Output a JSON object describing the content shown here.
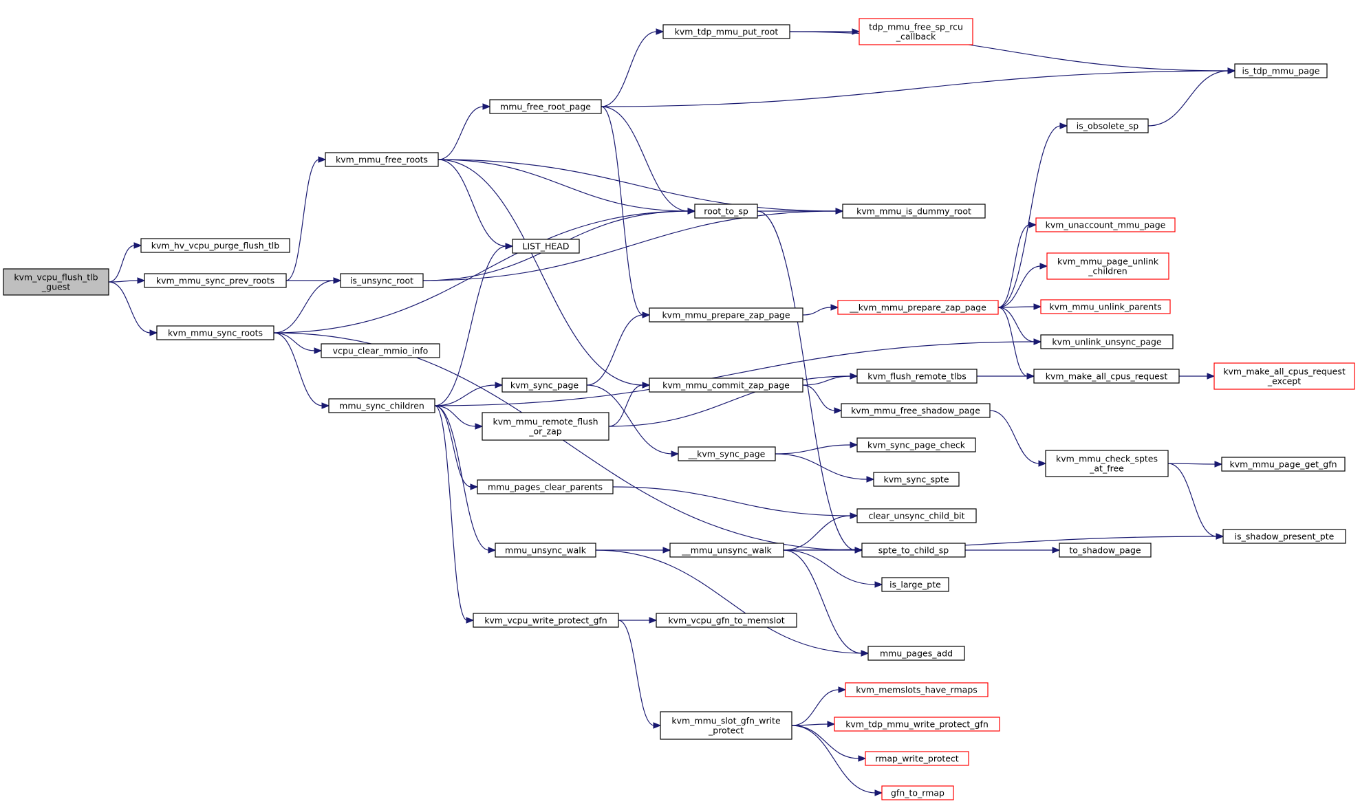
{
  "graph": {
    "edge_color": "#191970",
    "root_fill": "#bfbfbf",
    "truncated_border": "#ff0000",
    "normal_border": "#000000",
    "nodes": [
      {
        "id": "root",
        "lines": [
          "kvm_vcpu_flush_tlb",
          "_guest"
        ],
        "kind": "root"
      },
      {
        "id": "hv_purge",
        "lines": [
          "kvm_hv_vcpu_purge_flush_tlb"
        ],
        "kind": "normal"
      },
      {
        "id": "sync_prev_roots",
        "lines": [
          "kvm_mmu_sync_prev_roots"
        ],
        "kind": "normal"
      },
      {
        "id": "sync_roots",
        "lines": [
          "kvm_mmu_sync_roots"
        ],
        "kind": "normal"
      },
      {
        "id": "free_roots",
        "lines": [
          "kvm_mmu_free_roots"
        ],
        "kind": "normal"
      },
      {
        "id": "is_unsync_root",
        "lines": [
          "is_unsync_root"
        ],
        "kind": "normal"
      },
      {
        "id": "vcpu_clear_mmio",
        "lines": [
          "vcpu_clear_mmio_info"
        ],
        "kind": "normal"
      },
      {
        "id": "mmu_sync_children",
        "lines": [
          "mmu_sync_children"
        ],
        "kind": "normal"
      },
      {
        "id": "free_root_page",
        "lines": [
          "mmu_free_root_page"
        ],
        "kind": "normal"
      },
      {
        "id": "list_head",
        "lines": [
          "LIST_HEAD"
        ],
        "kind": "normal"
      },
      {
        "id": "kvm_sync_page",
        "lines": [
          "kvm_sync_page"
        ],
        "kind": "normal"
      },
      {
        "id": "remote_flush_or_zap",
        "lines": [
          "kvm_mmu_remote_flush",
          "_or_zap"
        ],
        "kind": "normal"
      },
      {
        "id": "pages_clear_parents",
        "lines": [
          "mmu_pages_clear_parents"
        ],
        "kind": "normal"
      },
      {
        "id": "mmu_unsync_walk",
        "lines": [
          "mmu_unsync_walk"
        ],
        "kind": "normal"
      },
      {
        "id": "write_protect_gfn",
        "lines": [
          "kvm_vcpu_write_protect_gfn"
        ],
        "kind": "normal"
      },
      {
        "id": "tdp_put_root",
        "lines": [
          "kvm_tdp_mmu_put_root"
        ],
        "kind": "normal"
      },
      {
        "id": "root_to_sp",
        "lines": [
          "root_to_sp"
        ],
        "kind": "normal"
      },
      {
        "id": "prepare_zap_page",
        "lines": [
          "kvm_mmu_prepare_zap_page"
        ],
        "kind": "normal"
      },
      {
        "id": "commit_zap_page",
        "lines": [
          "kvm_mmu_commit_zap_page"
        ],
        "kind": "normal"
      },
      {
        "id": "__kvm_sync_page",
        "lines": [
          "__kvm_sync_page"
        ],
        "kind": "normal"
      },
      {
        "id": "__mmu_unsync_walk",
        "lines": [
          "__mmu_unsync_walk"
        ],
        "kind": "normal"
      },
      {
        "id": "vcpu_gfn_to_memslot",
        "lines": [
          "kvm_vcpu_gfn_to_memslot"
        ],
        "kind": "normal"
      },
      {
        "id": "slot_gfn_write_protect",
        "lines": [
          "kvm_mmu_slot_gfn_write",
          "_protect"
        ],
        "kind": "normal"
      },
      {
        "id": "tdp_free_sp_rcu",
        "lines": [
          "tdp_mmu_free_sp_rcu",
          "_callback"
        ],
        "kind": "truncated"
      },
      {
        "id": "is_dummy_root",
        "lines": [
          "kvm_mmu_is_dummy_root"
        ],
        "kind": "normal"
      },
      {
        "id": "__prepare_zap",
        "lines": [
          "__kvm_mmu_prepare_zap_page"
        ],
        "kind": "truncated"
      },
      {
        "id": "flush_remote_tlbs",
        "lines": [
          "kvm_flush_remote_tlbs"
        ],
        "kind": "normal"
      },
      {
        "id": "free_shadow_page",
        "lines": [
          "kvm_mmu_free_shadow_page"
        ],
        "kind": "normal"
      },
      {
        "id": "sync_page_check",
        "lines": [
          "kvm_sync_page_check"
        ],
        "kind": "normal"
      },
      {
        "id": "sync_spte",
        "lines": [
          "kvm_sync_spte"
        ],
        "kind": "normal"
      },
      {
        "id": "clear_unsync_child_bit",
        "lines": [
          "clear_unsync_child_bit"
        ],
        "kind": "normal"
      },
      {
        "id": "spte_to_child_sp",
        "lines": [
          "spte_to_child_sp"
        ],
        "kind": "normal"
      },
      {
        "id": "is_large_pte",
        "lines": [
          "is_large_pte"
        ],
        "kind": "normal"
      },
      {
        "id": "mmu_pages_add",
        "lines": [
          "mmu_pages_add"
        ],
        "kind": "normal"
      },
      {
        "id": "memslots_have_rmaps",
        "lines": [
          "kvm_memslots_have_rmaps"
        ],
        "kind": "truncated"
      },
      {
        "id": "tdp_write_protect_gfn",
        "lines": [
          "kvm_tdp_mmu_write_protect_gfn"
        ],
        "kind": "truncated"
      },
      {
        "id": "rmap_write_protect",
        "lines": [
          "rmap_write_protect"
        ],
        "kind": "truncated"
      },
      {
        "id": "gfn_to_rmap",
        "lines": [
          "gfn_to_rmap"
        ],
        "kind": "truncated"
      },
      {
        "id": "is_obsolete_sp",
        "lines": [
          "is_obsolete_sp"
        ],
        "kind": "normal"
      },
      {
        "id": "unaccount_mmu_page",
        "lines": [
          "kvm_unaccount_mmu_page"
        ],
        "kind": "truncated"
      },
      {
        "id": "page_unlink_children",
        "lines": [
          "kvm_mmu_page_unlink",
          "_children"
        ],
        "kind": "truncated"
      },
      {
        "id": "unlink_parents",
        "lines": [
          "kvm_mmu_unlink_parents"
        ],
        "kind": "truncated"
      },
      {
        "id": "unlink_unsync_page",
        "lines": [
          "kvm_unlink_unsync_page"
        ],
        "kind": "normal"
      },
      {
        "id": "make_all_cpus_request",
        "lines": [
          "kvm_make_all_cpus_request"
        ],
        "kind": "normal"
      },
      {
        "id": "check_sptes_at_free",
        "lines": [
          "kvm_mmu_check_sptes",
          "_at_free"
        ],
        "kind": "normal"
      },
      {
        "id": "to_shadow_page",
        "lines": [
          "to_shadow_page"
        ],
        "kind": "normal"
      },
      {
        "id": "is_tdp_mmu_page",
        "lines": [
          "is_tdp_mmu_page"
        ],
        "kind": "normal"
      },
      {
        "id": "make_all_cpus_request_except",
        "lines": [
          "kvm_make_all_cpus_request",
          "_except"
        ],
        "kind": "truncated"
      },
      {
        "id": "page_get_gfn",
        "lines": [
          "kvm_mmu_page_get_gfn"
        ],
        "kind": "normal"
      },
      {
        "id": "is_shadow_present_pte",
        "lines": [
          "is_shadow_present_pte"
        ],
        "kind": "normal"
      }
    ],
    "edges": [
      {
        "from": "root",
        "to": "hv_purge"
      },
      {
        "from": "root",
        "to": "sync_prev_roots"
      },
      {
        "from": "root",
        "to": "sync_roots"
      },
      {
        "from": "sync_prev_roots",
        "to": "free_roots"
      },
      {
        "from": "sync_prev_roots",
        "to": "is_unsync_root"
      },
      {
        "from": "sync_roots",
        "to": "is_unsync_root"
      },
      {
        "from": "sync_roots",
        "to": "vcpu_clear_mmio"
      },
      {
        "from": "sync_roots",
        "to": "mmu_sync_children"
      },
      {
        "from": "sync_roots",
        "to": "root_to_sp"
      },
      {
        "from": "sync_roots",
        "to": "spte_to_child_sp"
      },
      {
        "from": "free_roots",
        "to": "free_root_page"
      },
      {
        "from": "free_roots",
        "to": "list_head"
      },
      {
        "from": "free_roots",
        "to": "root_to_sp"
      },
      {
        "from": "free_roots",
        "to": "is_dummy_root"
      },
      {
        "from": "free_roots",
        "to": "commit_zap_page"
      },
      {
        "from": "is_unsync_root",
        "to": "root_to_sp"
      },
      {
        "from": "is_unsync_root",
        "to": "is_dummy_root"
      },
      {
        "from": "mmu_sync_children",
        "to": "list_head"
      },
      {
        "from": "mmu_sync_children",
        "to": "kvm_sync_page"
      },
      {
        "from": "mmu_sync_children",
        "to": "remote_flush_or_zap"
      },
      {
        "from": "mmu_sync_children",
        "to": "pages_clear_parents"
      },
      {
        "from": "mmu_sync_children",
        "to": "mmu_unsync_walk"
      },
      {
        "from": "mmu_sync_children",
        "to": "write_protect_gfn"
      },
      {
        "from": "mmu_sync_children",
        "to": "unlink_unsync_page"
      },
      {
        "from": "free_root_page",
        "to": "tdp_put_root"
      },
      {
        "from": "free_root_page",
        "to": "root_to_sp"
      },
      {
        "from": "free_root_page",
        "to": "prepare_zap_page"
      },
      {
        "from": "free_root_page",
        "to": "is_tdp_mmu_page"
      },
      {
        "from": "kvm_sync_page",
        "to": "prepare_zap_page"
      },
      {
        "from": "kvm_sync_page",
        "to": "__kvm_sync_page"
      },
      {
        "from": "remote_flush_or_zap",
        "to": "commit_zap_page"
      },
      {
        "from": "remote_flush_or_zap",
        "to": "flush_remote_tlbs"
      },
      {
        "from": "pages_clear_parents",
        "to": "clear_unsync_child_bit"
      },
      {
        "from": "mmu_unsync_walk",
        "to": "__mmu_unsync_walk"
      },
      {
        "from": "mmu_unsync_walk",
        "to": "mmu_pages_add"
      },
      {
        "from": "write_protect_gfn",
        "to": "vcpu_gfn_to_memslot"
      },
      {
        "from": "write_protect_gfn",
        "to": "slot_gfn_write_protect"
      },
      {
        "from": "tdp_put_root",
        "to": "tdp_free_sp_rcu"
      },
      {
        "from": "tdp_put_root",
        "to": "is_tdp_mmu_page"
      },
      {
        "from": "root_to_sp",
        "to": "is_dummy_root"
      },
      {
        "from": "root_to_sp",
        "to": "spte_to_child_sp"
      },
      {
        "from": "prepare_zap_page",
        "to": "__prepare_zap"
      },
      {
        "from": "commit_zap_page",
        "to": "flush_remote_tlbs"
      },
      {
        "from": "commit_zap_page",
        "to": "free_shadow_page"
      },
      {
        "from": "__kvm_sync_page",
        "to": "sync_page_check"
      },
      {
        "from": "__kvm_sync_page",
        "to": "sync_spte"
      },
      {
        "from": "__mmu_unsync_walk",
        "to": "clear_unsync_child_bit"
      },
      {
        "from": "__mmu_unsync_walk",
        "to": "spte_to_child_sp"
      },
      {
        "from": "__mmu_unsync_walk",
        "to": "is_large_pte"
      },
      {
        "from": "__mmu_unsync_walk",
        "to": "mmu_pages_add"
      },
      {
        "from": "__mmu_unsync_walk",
        "to": "is_shadow_present_pte"
      },
      {
        "from": "slot_gfn_write_protect",
        "to": "memslots_have_rmaps"
      },
      {
        "from": "slot_gfn_write_protect",
        "to": "tdp_write_protect_gfn"
      },
      {
        "from": "slot_gfn_write_protect",
        "to": "rmap_write_protect"
      },
      {
        "from": "slot_gfn_write_protect",
        "to": "gfn_to_rmap"
      },
      {
        "from": "__prepare_zap",
        "to": "is_obsolete_sp"
      },
      {
        "from": "__prepare_zap",
        "to": "unaccount_mmu_page"
      },
      {
        "from": "__prepare_zap",
        "to": "page_unlink_children"
      },
      {
        "from": "__prepare_zap",
        "to": "unlink_parents"
      },
      {
        "from": "__prepare_zap",
        "to": "unlink_unsync_page"
      },
      {
        "from": "__prepare_zap",
        "to": "make_all_cpus_request"
      },
      {
        "from": "flush_remote_tlbs",
        "to": "make_all_cpus_request"
      },
      {
        "from": "free_shadow_page",
        "to": "check_sptes_at_free"
      },
      {
        "from": "spte_to_child_sp",
        "to": "to_shadow_page"
      },
      {
        "from": "is_obsolete_sp",
        "to": "is_tdp_mmu_page"
      },
      {
        "from": "make_all_cpus_request",
        "to": "make_all_cpus_request_except"
      },
      {
        "from": "check_sptes_at_free",
        "to": "page_get_gfn"
      },
      {
        "from": "check_sptes_at_free",
        "to": "is_shadow_present_pte"
      }
    ]
  }
}
